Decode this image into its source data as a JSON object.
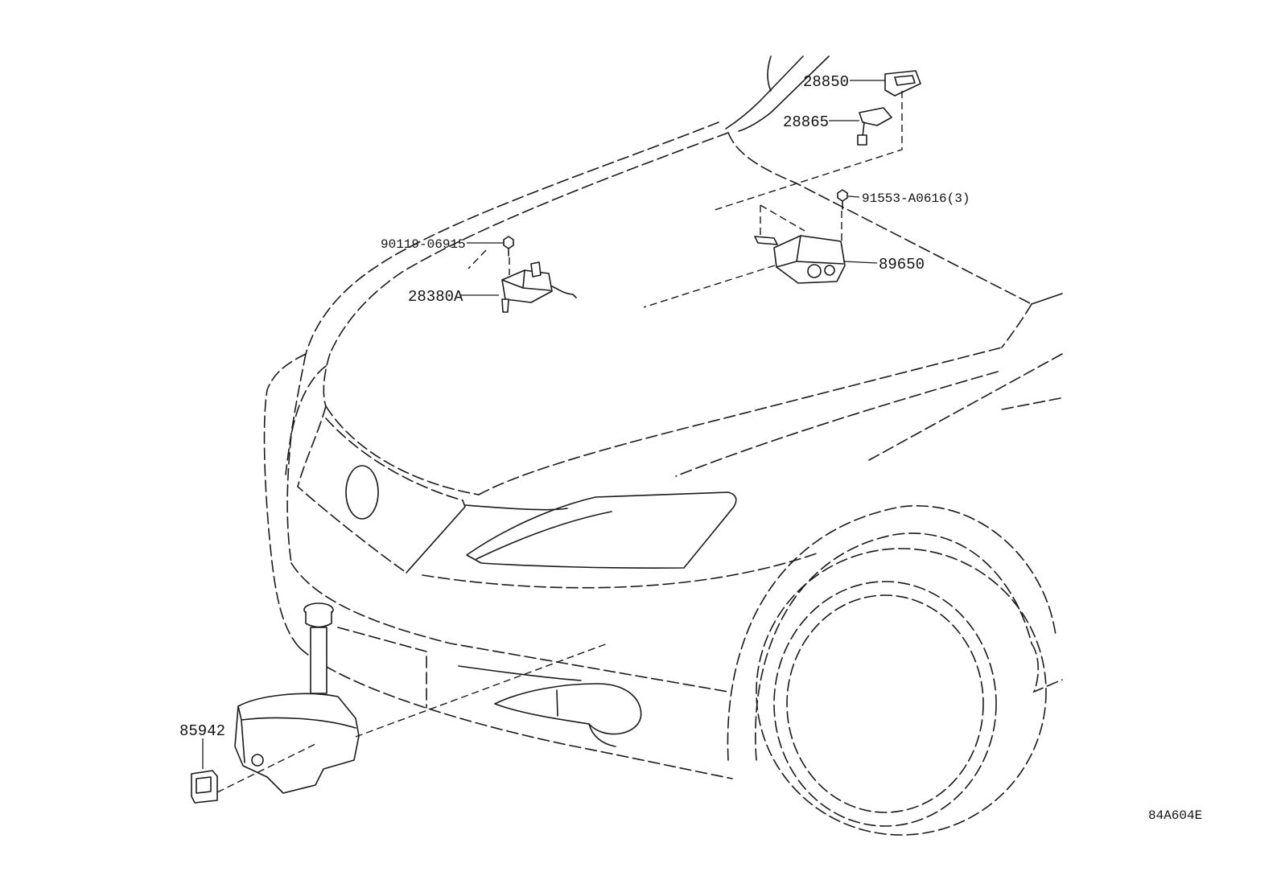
{
  "diagram": {
    "labels": {
      "p28850": "28850",
      "p28865": "28865",
      "p91553": "91553-A0616(3)",
      "p90119": "90119-06915",
      "p89650": "89650",
      "p28380A": "28380A",
      "p85942": "85942"
    },
    "figure_code": "84A604E"
  }
}
